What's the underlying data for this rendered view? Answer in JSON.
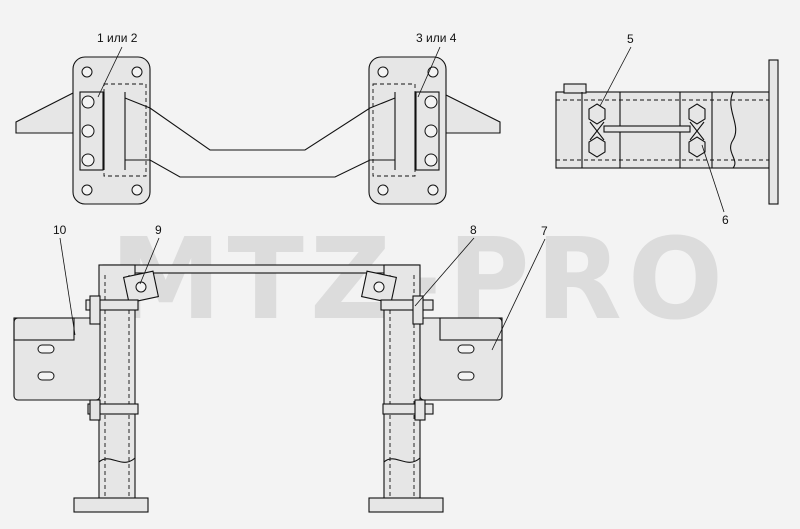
{
  "watermark": "MTZ-PRO",
  "callouts": {
    "c1": "1 или 2",
    "c3": "3 или 4",
    "c5": "5",
    "c6": "6",
    "c7": "7",
    "c8": "8",
    "c9": "9",
    "c10": "10"
  }
}
